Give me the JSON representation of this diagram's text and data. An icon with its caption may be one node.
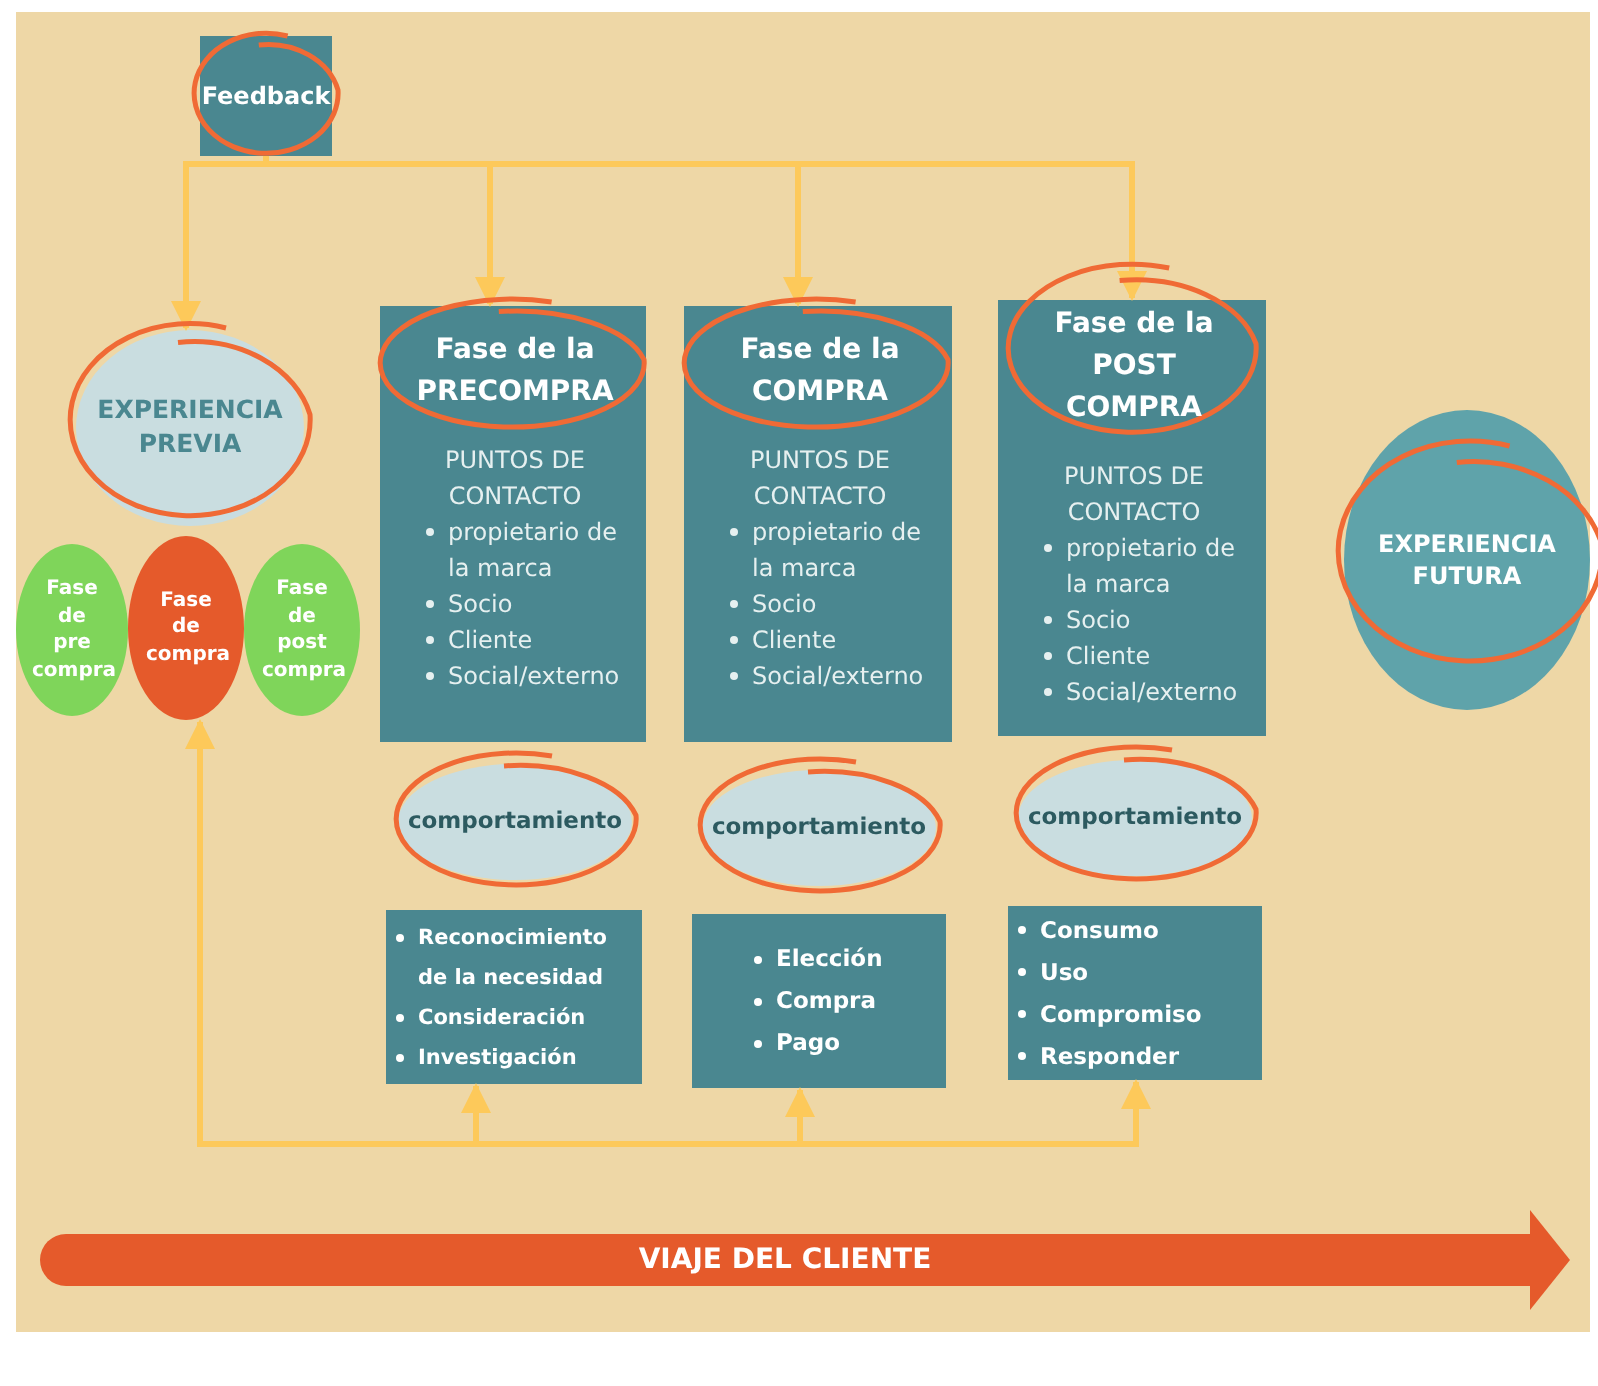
{
  "diagram": {
    "nodes": [
      {
        "text": [
          "Feedback"
        ]
      },
      {
        "text": [
          "EXPERIENCIA PREVIA"
        ]
      },
      {
        "text": [
          "Fase de pre compra"
        ]
      },
      {
        "text": [
          "Fase de compra"
        ]
      },
      {
        "text": [
          "Fase de post compra"
        ]
      },
      {
        "text": [
          "Fase de la PRECOMPRA",
          "PUNTOS DE CONTACTO",
          "propietario de la marca",
          "Socio",
          "Cliente",
          "Social/externo"
        ]
      },
      {
        "text": [
          "Fase de la COMPRA",
          "PUNTOS DE CONTACTO",
          "propietario de la marca",
          "Socio",
          "Cliente",
          "Social/externo"
        ]
      },
      {
        "text": [
          "Fase de la POST COMPRA",
          "PUNTOS DE CONTACTO",
          "propietario de la marca",
          "Socio",
          "Cliente",
          "Social/externo"
        ]
      },
      {
        "text": [
          "comportamiento"
        ]
      },
      {
        "text": [
          "comportamiento"
        ]
      },
      {
        "text": [
          "comportamiento"
        ]
      },
      {
        "text": [
          "Reconocimiento de la necesidad",
          "Consideración",
          "Investigación"
        ]
      },
      {
        "text": [
          "Elección",
          "Compra",
          "Pago"
        ]
      },
      {
        "text": [
          "Consumo",
          "Uso",
          "Compromiso",
          "Responder"
        ]
      },
      {
        "text": [
          "EXPERIENCIA FUTURA"
        ]
      },
      {
        "text": [
          "VIAJE DEL CLIENTE"
        ]
      }
    ],
    "edges": [
      {
        "from": 0,
        "to": 1,
        "arrow": "to"
      },
      {
        "from": 0,
        "to": 5,
        "arrow": "to"
      },
      {
        "from": 0,
        "to": 6,
        "arrow": "to"
      },
      {
        "from": 0,
        "to": 7,
        "arrow": "to"
      },
      {
        "from": null,
        "to": 3,
        "arrow": "to"
      },
      {
        "from": null,
        "to": 11,
        "arrow": "to"
      },
      {
        "from": null,
        "to": 12,
        "arrow": "to"
      },
      {
        "from": null,
        "to": 13,
        "arrow": "to"
      }
    ]
  }
}
